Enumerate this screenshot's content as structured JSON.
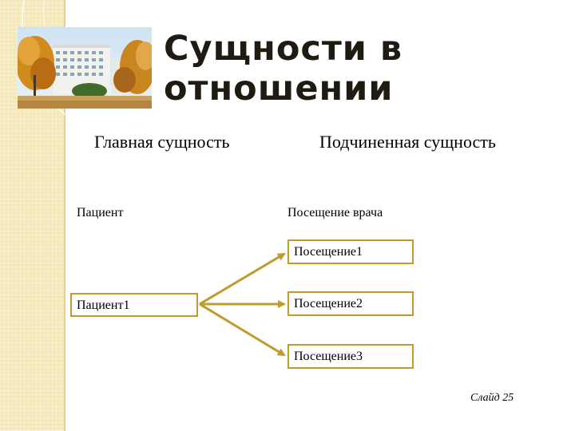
{
  "slide": {
    "title_line1": "Сущности в",
    "title_line2": "отношении",
    "slide_number": "Слайд 25"
  },
  "columns": {
    "main_heading": "Главная сущность",
    "sub_heading": "Подчиненная сущность"
  },
  "entities": {
    "main_label": "Пациент",
    "sub_label": "Посещение врача"
  },
  "boxes": {
    "patient": "Пациент1",
    "visits": [
      "Посещение1",
      "Посещение2",
      "Посещение3"
    ]
  },
  "colors": {
    "accent": "#c09a2b",
    "background": "#ffffff",
    "strip": "#f4e7b8"
  }
}
